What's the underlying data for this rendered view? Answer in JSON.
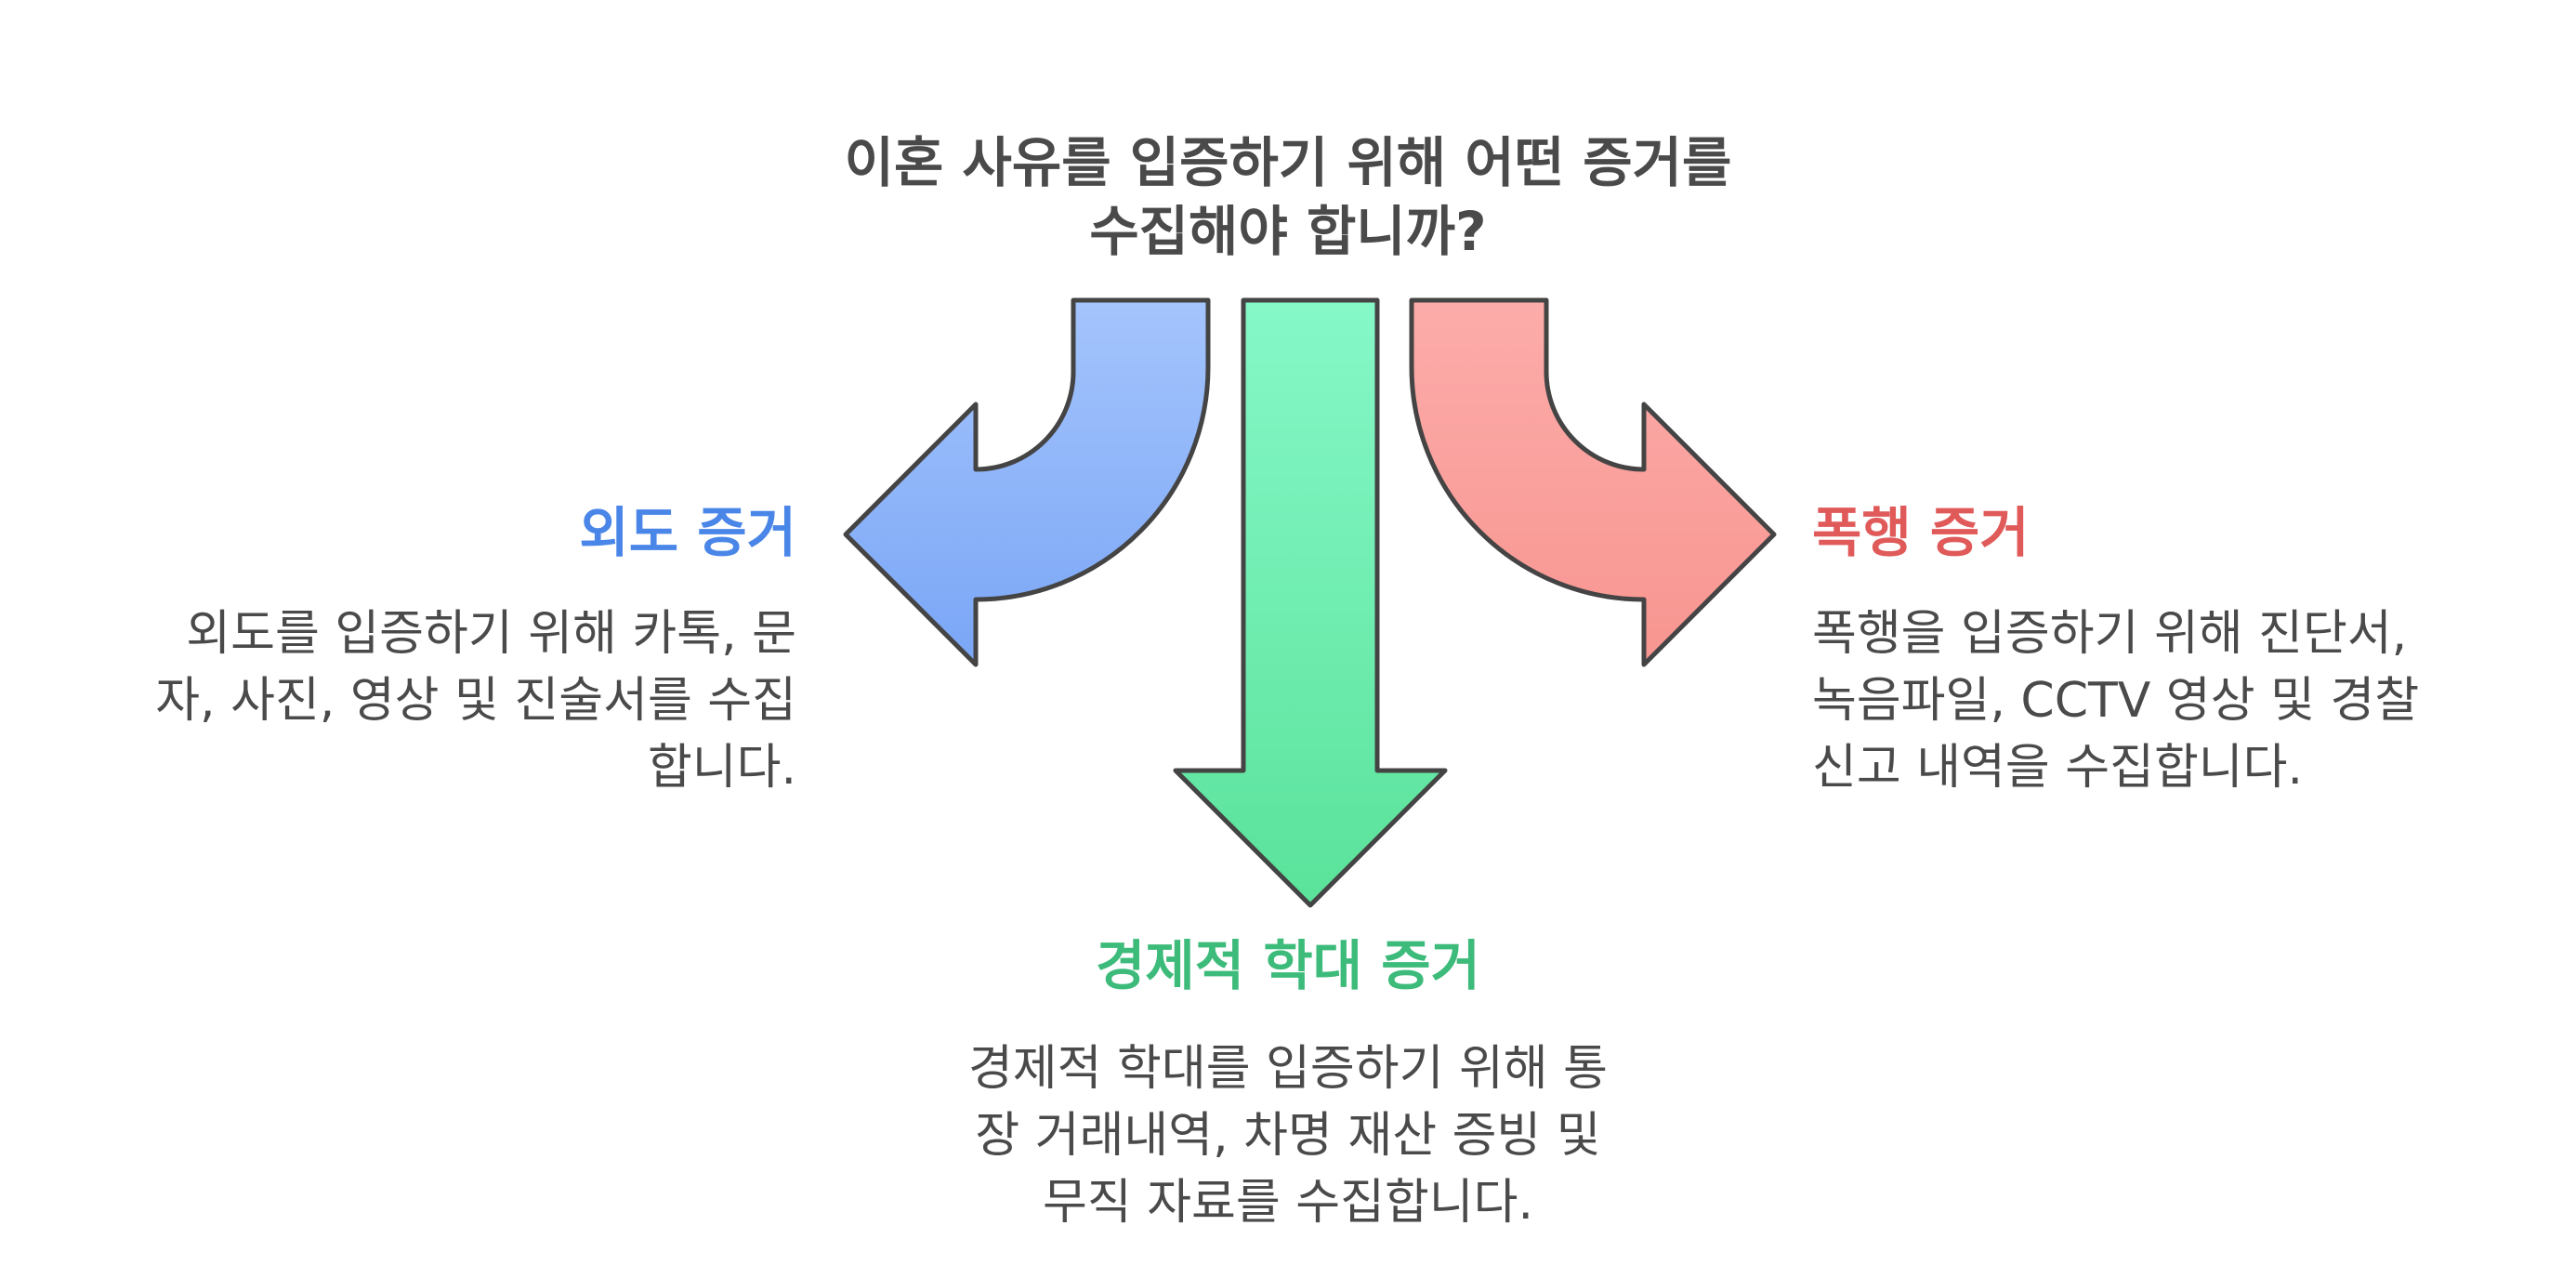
{
  "title": {
    "line1": "이혼 사유를 입증하기 위해 어떤 증거를",
    "line2": "수집해야 합니까?"
  },
  "branches": {
    "left": {
      "heading": "외도 증거",
      "lines": [
        "외도를 입증하기 위해 카톡, 문",
        "자, 사진, 영상 및 진술서를 수집",
        "합니다."
      ],
      "color": "#4a86e8"
    },
    "center": {
      "heading": "경제적 학대 증거",
      "lines": [
        "경제적 학대를 입증하기 위해 통",
        "장 거래내역, 차명 재산 증빙 및",
        "무직 자료를 수집합니다."
      ],
      "color": "#3dbb7a"
    },
    "right": {
      "heading": "폭행 증거",
      "lines": [
        "폭행을 입증하기 위해 진단서,",
        "녹음파일, CCTV 영상 및 경찰",
        "신고 내역을 수집합니다."
      ],
      "color": "#e05a5a"
    }
  },
  "colors": {
    "text": "#4a4a4a",
    "arrow_stroke": "#444444",
    "blue_fill_top": "#a4c4fc",
    "blue_fill_bottom": "#7aa6f6",
    "green_fill_top": "#86f8c8",
    "green_fill_bottom": "#5ae29a",
    "red_fill_top": "#fcacaa",
    "red_fill_bottom": "#f89590"
  }
}
